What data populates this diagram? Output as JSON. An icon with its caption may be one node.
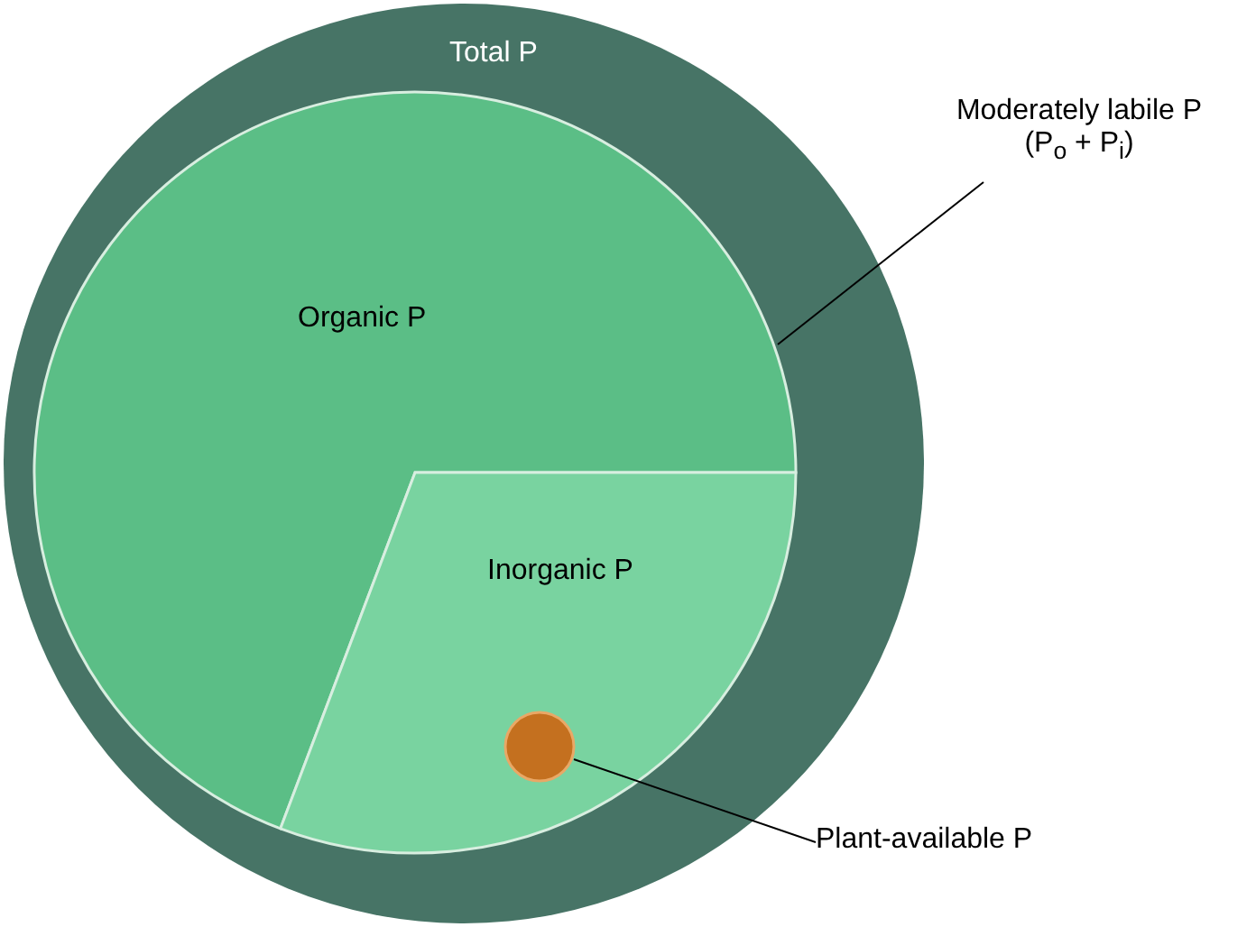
{
  "diagram": {
    "nodes": [
      {
        "text": [
          "Total P"
        ]
      },
      {
        "text": [],
        "shape": "circle",
        "in": 0
      },
      {
        "text": [
          "Organic P"
        ],
        "in": 1
      },
      {
        "text": [
          "Inorganic P"
        ],
        "in": 1
      },
      {
        "text": [],
        "shape": "circle",
        "in": 3
      },
      {
        "text": [
          "Moderately labile P (P$_{o}$ + P$_{i}$)"
        ]
      },
      {
        "text": [
          "Plant-available P"
        ]
      }
    ],
    "edges": [
      {
        "from": 5,
        "to": 1,
        "arrow": "none"
      },
      {
        "from": 6,
        "to": 4,
        "arrow": "none"
      }
    ]
  }
}
